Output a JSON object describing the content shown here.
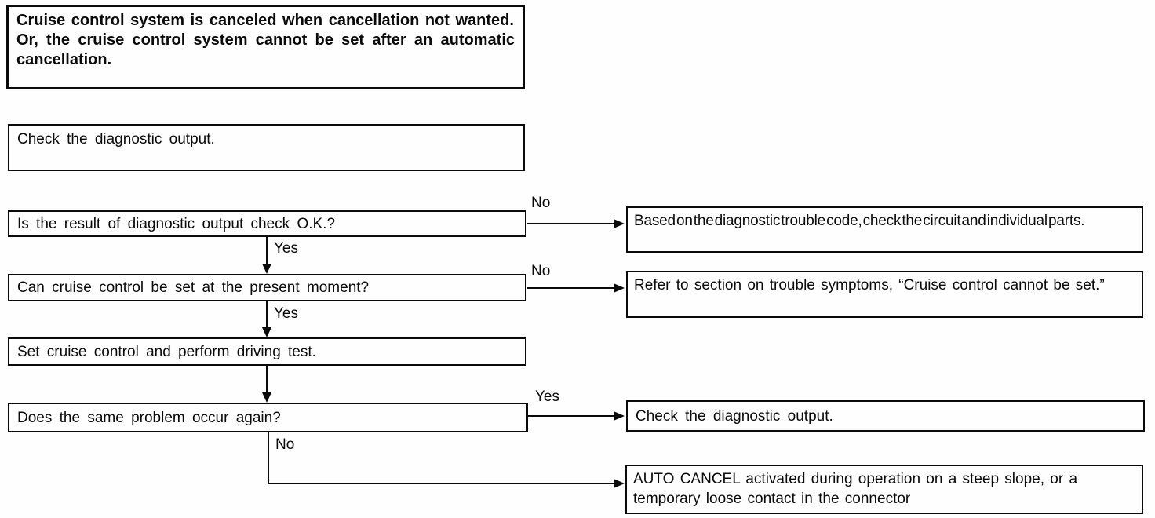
{
  "colors": {
    "ink": "#0a0a0a",
    "paper": "#fefefe"
  },
  "flowchart": {
    "problem": {
      "line1": "Cruise control system is canceled when cancellation not wanted.",
      "line2": "Or, the cruise control system cannot be set after an automatic cancellation."
    },
    "nodes": {
      "check_output": "Check the diagnostic output.",
      "diag_ok": "Is the result of diagnostic output check O.K.?",
      "can_set": "Can cruise control be set at the present moment?",
      "driving_test": "Set cruise control and perform driving test.",
      "same_problem": "Does the same problem occur again?"
    },
    "outcomes": {
      "trouble_code": "Based on the diagnostic trouble code, check the circuit and individual parts.",
      "refer_trouble_symptoms": "Refer to section on trouble symptoms, “Cruise control cannot be set.”",
      "check_output": "Check the diagnostic output.",
      "auto_cancel": "AUTO CANCEL activated during operation on a steep slope, or a temporary loose contact in the connector"
    },
    "branch_labels": {
      "diag_ok_no": "No",
      "diag_ok_yes": "Yes",
      "can_set_no": "No",
      "can_set_yes": "Yes",
      "same_problem_yes": "Yes",
      "same_problem_no": "No"
    }
  }
}
